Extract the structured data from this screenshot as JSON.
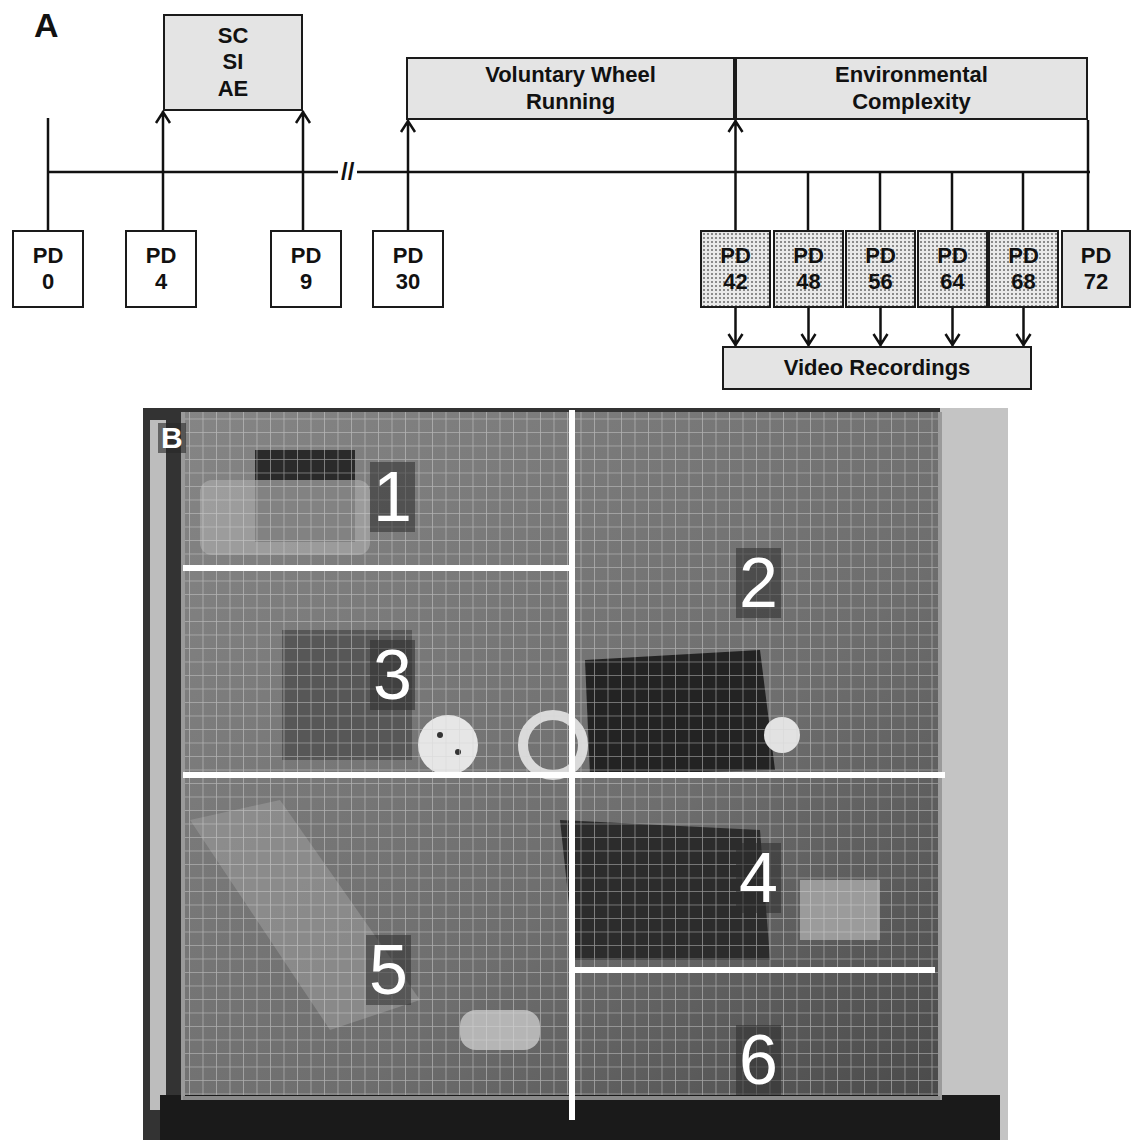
{
  "diagram": {
    "nodes": [
      {
        "text": [
          "SC SI AE"
        ]
      },
      {
        "text": [
          "Voluntary Wheel Running"
        ]
      },
      {
        "text": [
          "Environmental Complexity"
        ]
      },
      {
        "text": [
          "PD 0"
        ]
      },
      {
        "text": [
          "PD 4"
        ]
      },
      {
        "text": [
          "PD 9"
        ]
      },
      {
        "text": [
          "PD 30"
        ]
      },
      {
        "text": [
          "PD 42"
        ]
      },
      {
        "text": [
          "PD 48"
        ]
      },
      {
        "text": [
          "PD 56"
        ]
      },
      {
        "text": [
          "PD 64"
        ]
      },
      {
        "text": [
          "PD 68"
        ]
      },
      {
        "text": [
          "PD 72"
        ]
      },
      {
        "text": [
          "Video Recordings"
        ]
      }
    ],
    "edges": [
      {
        "from": 4,
        "to": 0,
        "arrow": "to"
      },
      {
        "from": 5,
        "to": 0,
        "arrow": "to"
      },
      {
        "from": 6,
        "to": 1,
        "arrow": "to"
      },
      {
        "from": 7,
        "to": 2,
        "arrow": "to"
      },
      {
        "from": 12,
        "to": 2,
        "arrow": "none"
      },
      {
        "from": 7,
        "to": 13,
        "arrow": "to"
      },
      {
        "from": 8,
        "to": 13,
        "arrow": "to"
      },
      {
        "from": 9,
        "to": 13,
        "arrow": "to"
      },
      {
        "from": 10,
        "to": 13,
        "arrow": "to"
      },
      {
        "from": 11,
        "to": 13,
        "arrow": "to"
      }
    ],
    "labels": [
      "A",
      "//",
      "B",
      "1",
      "2",
      "3",
      "4",
      "5",
      "6"
    ]
  }
}
